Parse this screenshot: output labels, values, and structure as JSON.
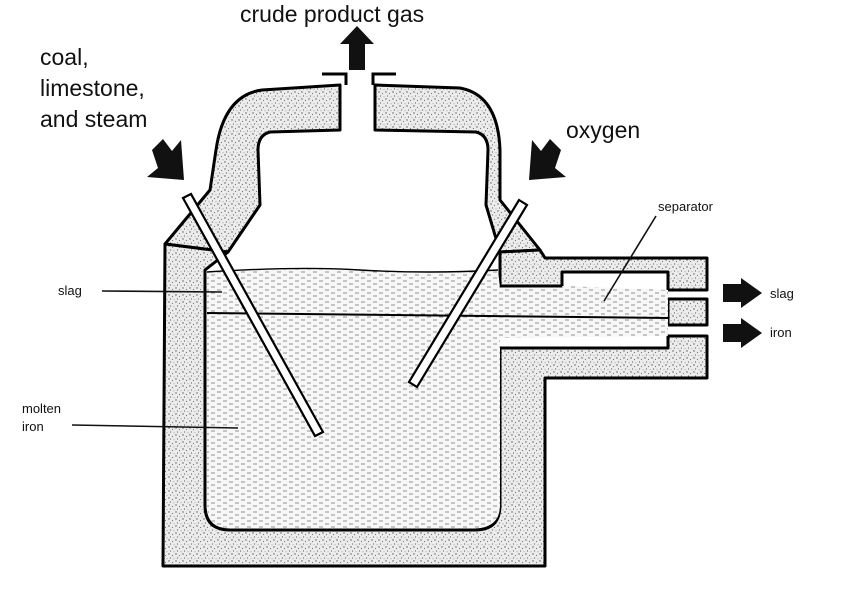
{
  "labels": {
    "crude_gas": "crude product gas",
    "coal_line1": "coal,",
    "coal_line2": "limestone,",
    "coal_line3": "and steam",
    "oxygen": "oxygen",
    "separator": "separator",
    "slag_left": "slag",
    "molten_line1": "molten",
    "molten_line2": "iron",
    "slag_right": "slag",
    "iron_right": "iron"
  },
  "colors": {
    "ink": "#111111",
    "wall_outline": "#000000",
    "background": "#ffffff"
  }
}
